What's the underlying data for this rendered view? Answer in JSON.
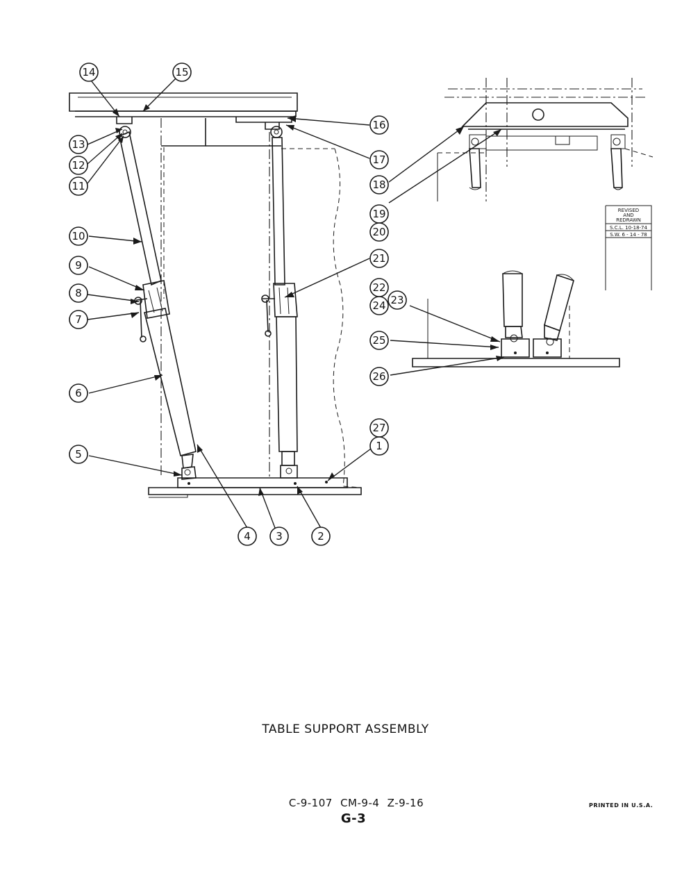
{
  "document": {
    "title": "TABLE SUPPORT ASSEMBLY",
    "references": "C-9-107 CM-9-4 Z-9-16",
    "page_number": "G-3",
    "printed_note": "PRINTED IN U.S.A."
  },
  "revision_block": {
    "lines": [
      "REVISED",
      "AND",
      "REDRAWN",
      "S.C.L. 10-18-74",
      "S.W. 6 - 14 - 78"
    ]
  },
  "callouts": [
    "1",
    "2",
    "3",
    "4",
    "5",
    "6",
    "7",
    "8",
    "9",
    "10",
    "11",
    "12",
    "13",
    "14",
    "15",
    "16",
    "17",
    "18",
    "19",
    "20",
    "21",
    "22",
    "23",
    "24",
    "25",
    "26",
    "27"
  ]
}
